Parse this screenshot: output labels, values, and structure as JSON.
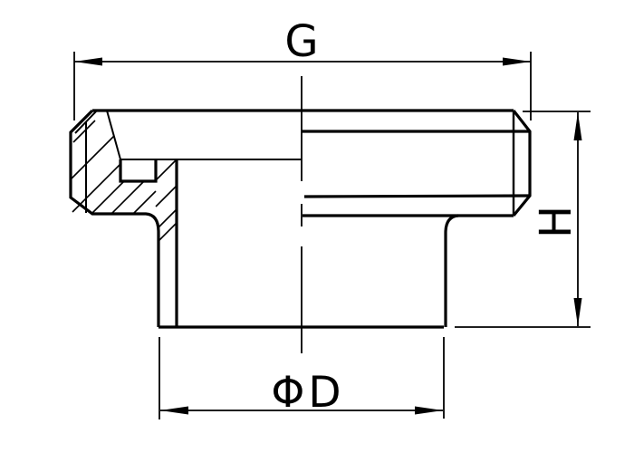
{
  "drawing": {
    "kind": "technical-section-drawing",
    "labels": {
      "width": "G",
      "height": "H",
      "diameter": "ΦD"
    },
    "colors": {
      "line": "#000000",
      "background": "#ffffff"
    }
  }
}
